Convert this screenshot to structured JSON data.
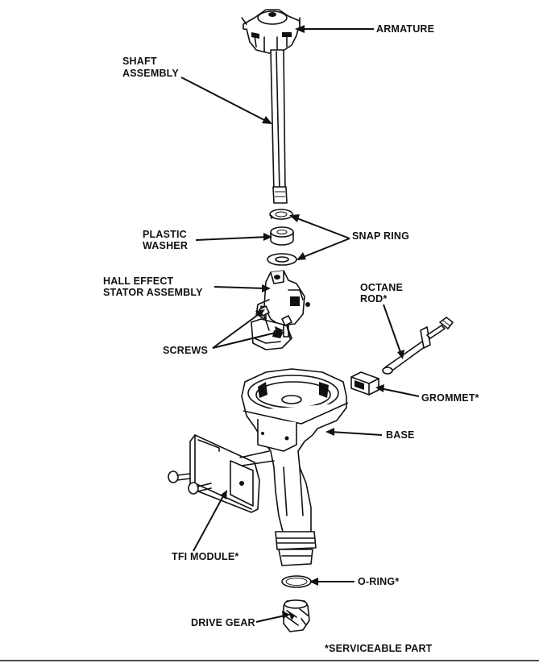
{
  "labels": {
    "armature": "ARMATURE",
    "shaft_line1": "SHAFT",
    "shaft_line2": "ASSEMBLY",
    "plastic_line1": "PLASTIC",
    "plastic_line2": "WASHER",
    "snap_ring": "SNAP RING",
    "hall_line1": "HALL EFFECT",
    "hall_line2": "STATOR ASSEMBLY",
    "octane_line1": "OCTANE",
    "octane_line2": "ROD*",
    "screws": "SCREWS",
    "grommet": "GROMMET*",
    "base": "BASE",
    "tfi_module": "TFI MODULE*",
    "o_ring": "O-RING*",
    "drive_gear": "DRIVE GEAR",
    "footnote": "*SERVICEABLE PART"
  },
  "colors": {
    "ink": "#111111",
    "paper": "#ffffff"
  }
}
